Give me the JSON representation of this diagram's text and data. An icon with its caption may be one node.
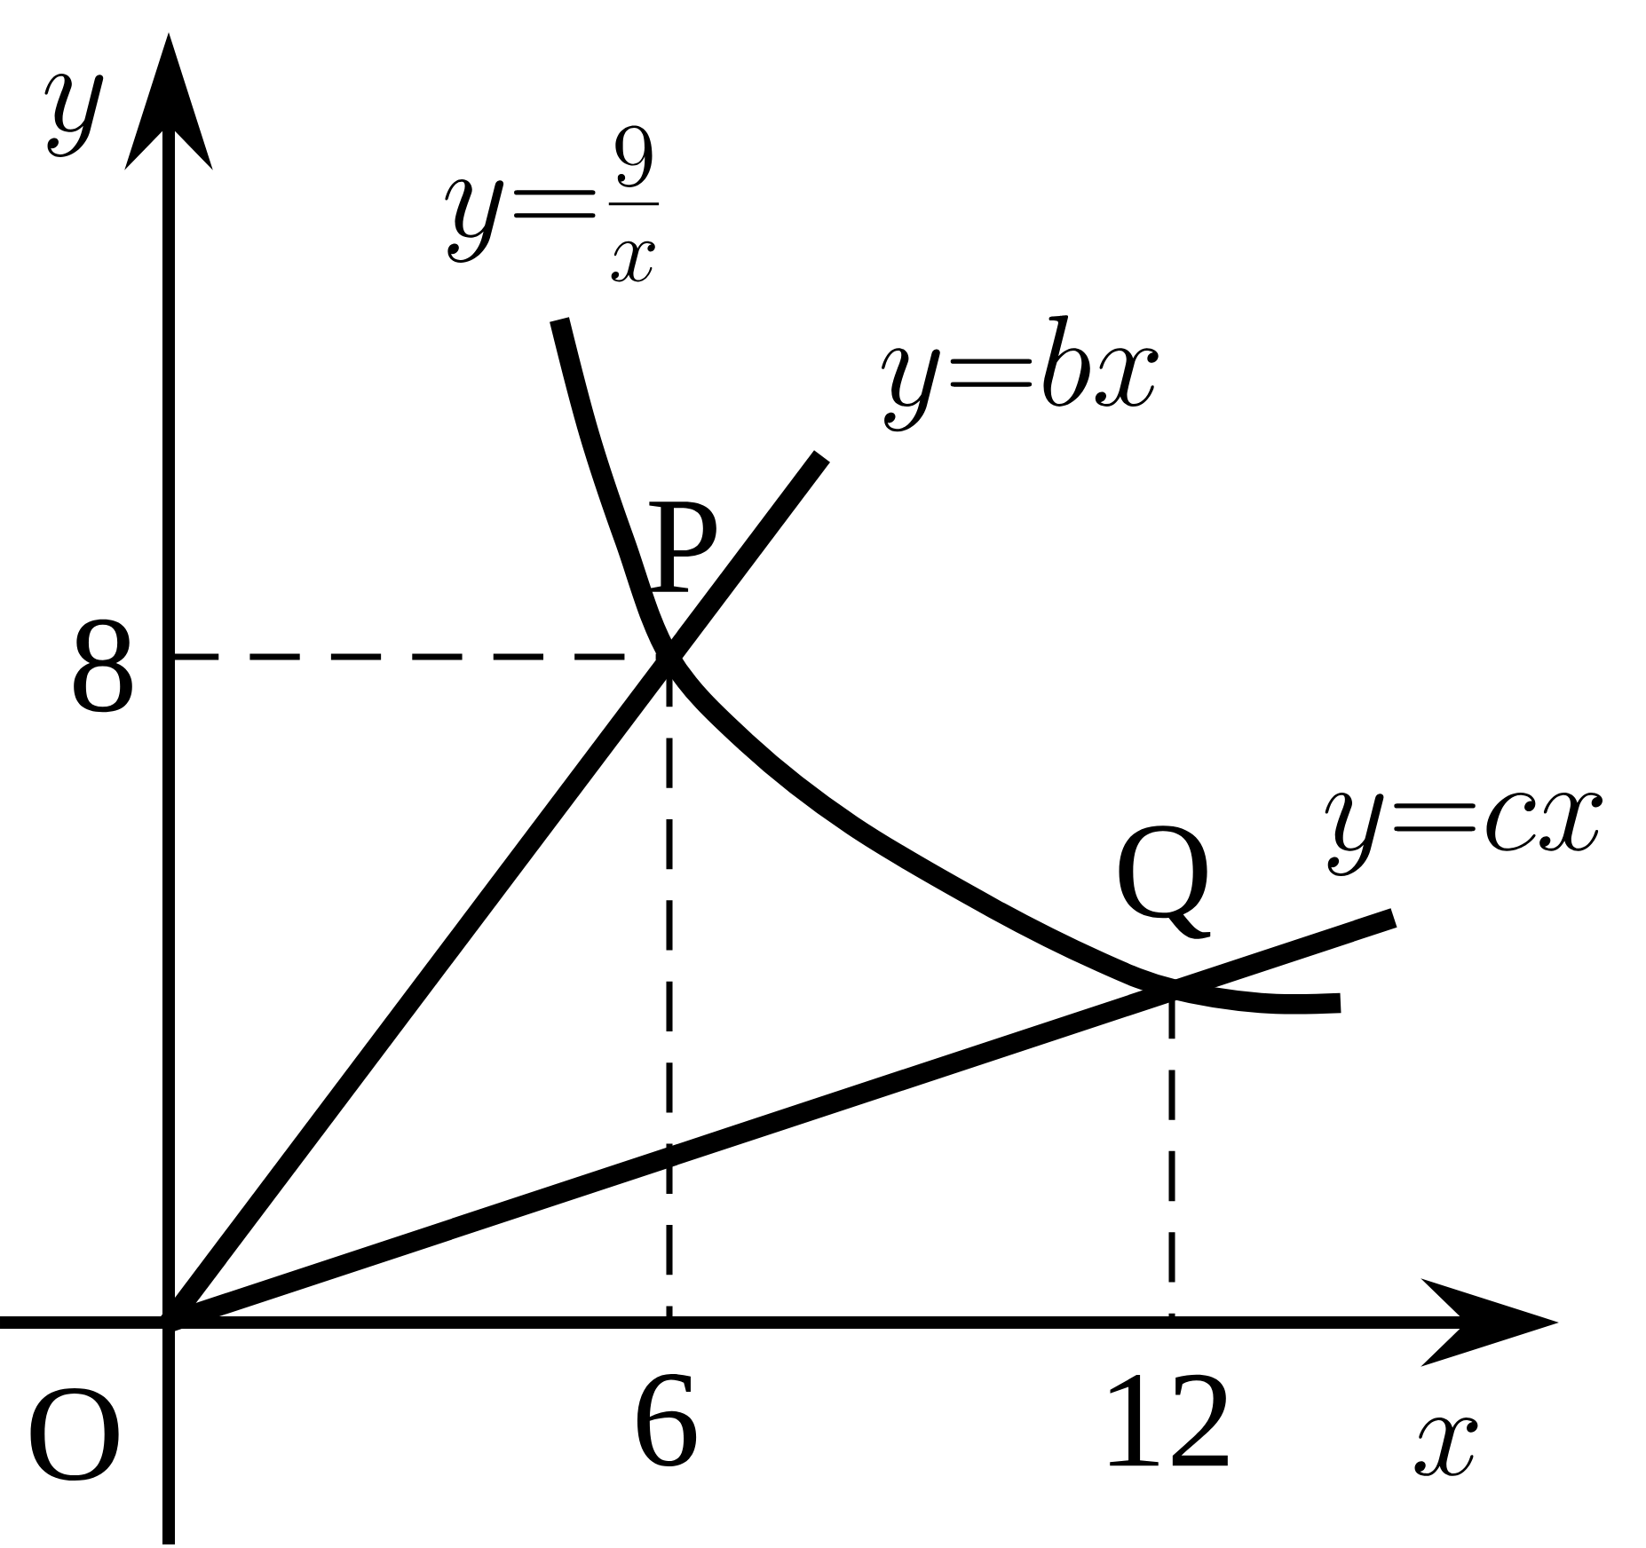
{
  "diagram": {
    "labels": [
      "y",
      "y=\\frac{9}{x}",
      "y=bx",
      "P",
      "8",
      "Q",
      "y=cx",
      "O",
      "6",
      "12",
      "x"
    ]
  }
}
